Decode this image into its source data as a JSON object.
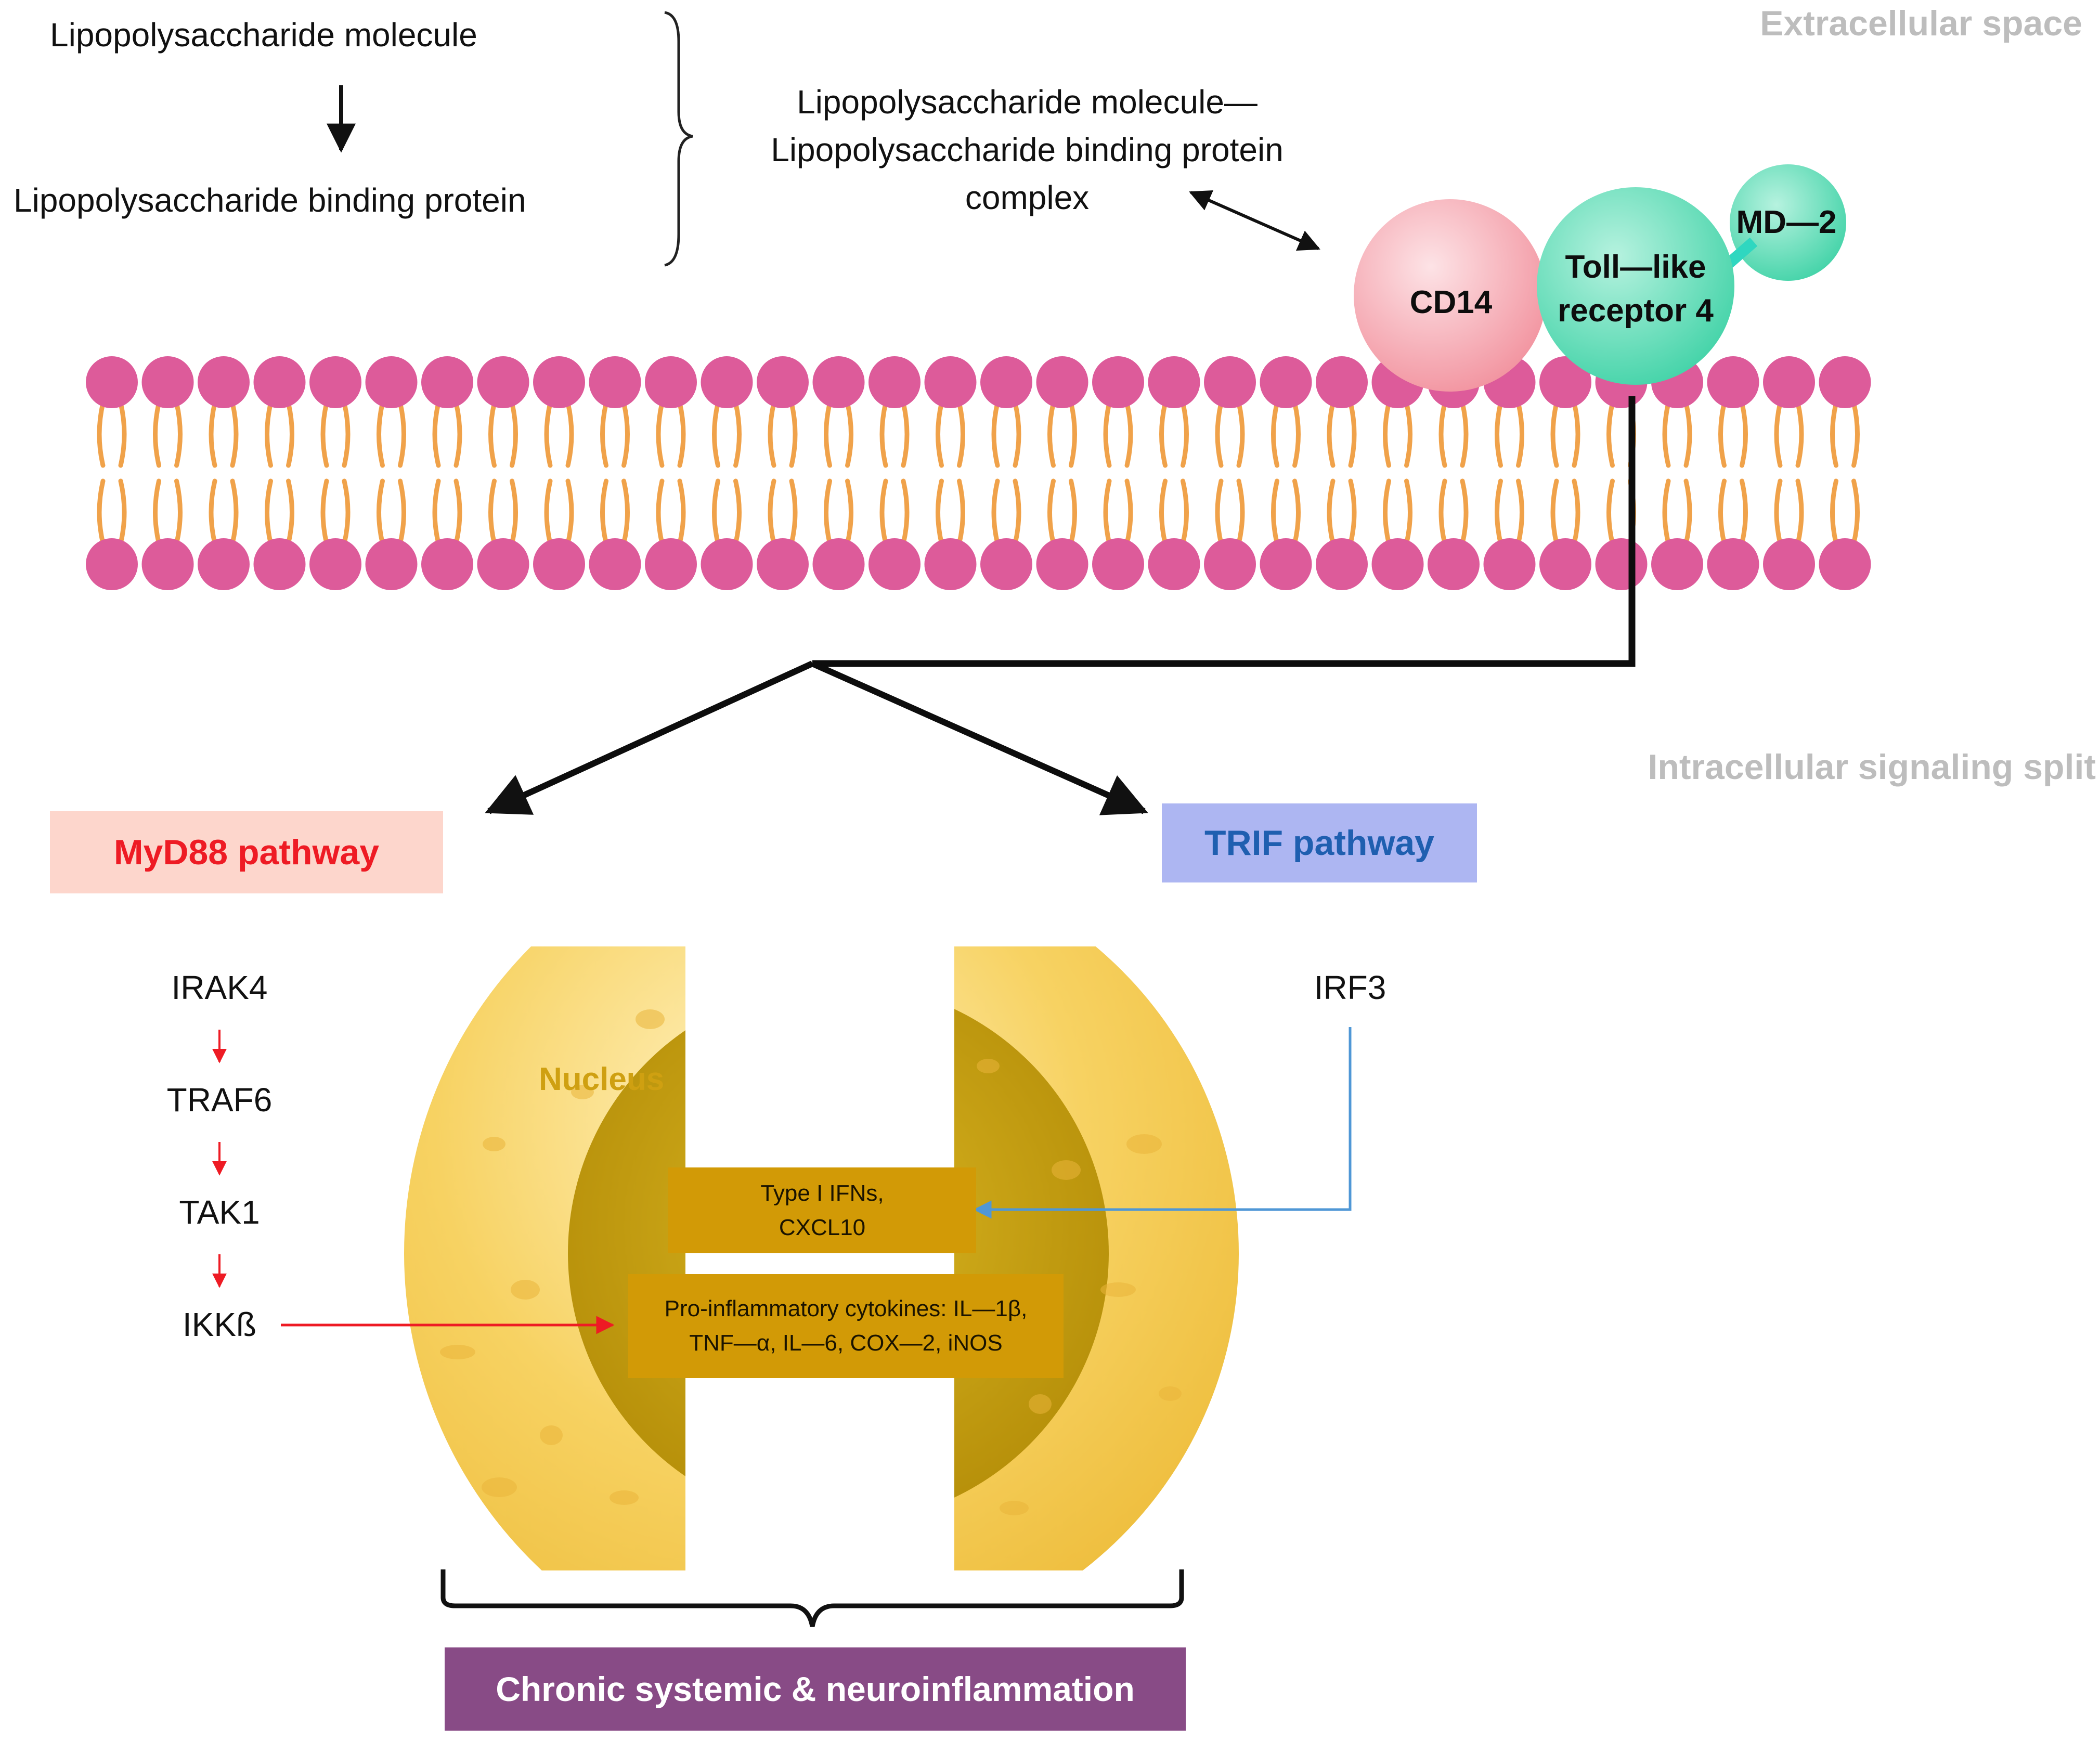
{
  "regions": {
    "extracellular": "Extracellular space",
    "intracellular": "Intracellular signaling split"
  },
  "molecules": {
    "lps": "Lipopolysaccharide molecule",
    "lbp": "Lipopolysaccharide binding protein",
    "complex_lines": [
      "Lipopolysaccharide molecule—",
      "Lipopolysaccharide binding protein",
      "complex"
    ]
  },
  "receptors": {
    "cd14": "CD14",
    "tlr4_lines": [
      "Toll—like",
      "receptor 4"
    ],
    "md2": "MD—2"
  },
  "pathways": {
    "myd88": {
      "label": "MyD88 pathway",
      "text_color": "#ee1b24",
      "bg_color": "#fdd6cc"
    },
    "trif": {
      "label": "TRIF pathway",
      "text_color": "#1f5fb0",
      "bg_color": "#adb6f2"
    }
  },
  "myd88_cascade": [
    "IRAK4",
    "TRAF6",
    "TAK1",
    "IKKß"
  ],
  "trif_cascade": [
    "IRF3"
  ],
  "nucleus": {
    "label": "Nucleus",
    "type1_lines": [
      "Type I IFNs,",
      "CXCL10"
    ],
    "proinflammatory_lines": [
      "Pro-inflammatory cytokines: IL—1β,",
      "TNF—α, IL—6, COX—2, iNOS"
    ]
  },
  "outcome": "Chronic systemic & neuroinflammation",
  "colors": {
    "phospholipid_head": "#dd5b9a",
    "phospholipid_tail": "#f0a24a",
    "cd14": "#f4a3ae",
    "tlr4": "#5fdcb5",
    "md2": "#67dcb6",
    "nucleus": "#f6cc55",
    "gold_box": "#d29a06",
    "outcome_box": "#884b86",
    "myd88_arrow": "#ee1b24",
    "trif_arrow": "#4f97d6"
  }
}
